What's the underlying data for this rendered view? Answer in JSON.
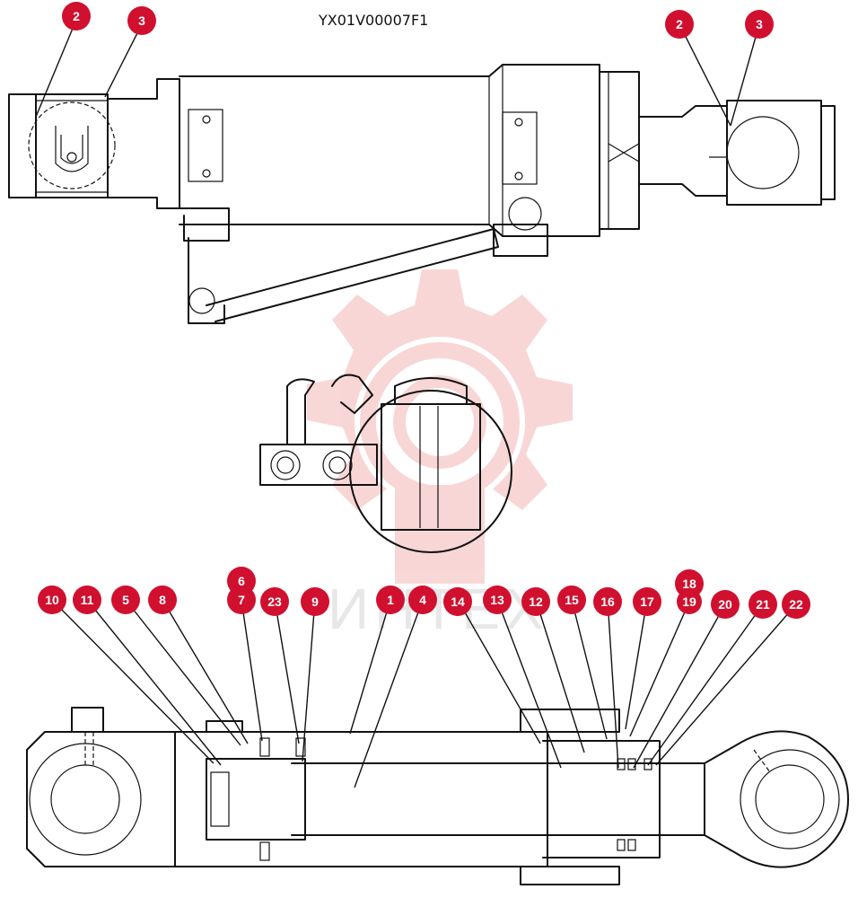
{
  "drawing_code": "YX01V00007F1",
  "watermark_text": "ИНТЕХ",
  "colors": {
    "callout": "#d0102e",
    "watermark": "#f0b5b5",
    "line": "#111111"
  },
  "top_view_callouts": [
    "2",
    "3",
    "2",
    "3"
  ],
  "section_callouts": [
    "10",
    "11",
    "5",
    "8",
    "6",
    "7",
    "23",
    "9",
    "1",
    "4",
    "14",
    "13",
    "12",
    "15",
    "16",
    "17",
    "18",
    "19",
    "20",
    "21",
    "22"
  ]
}
